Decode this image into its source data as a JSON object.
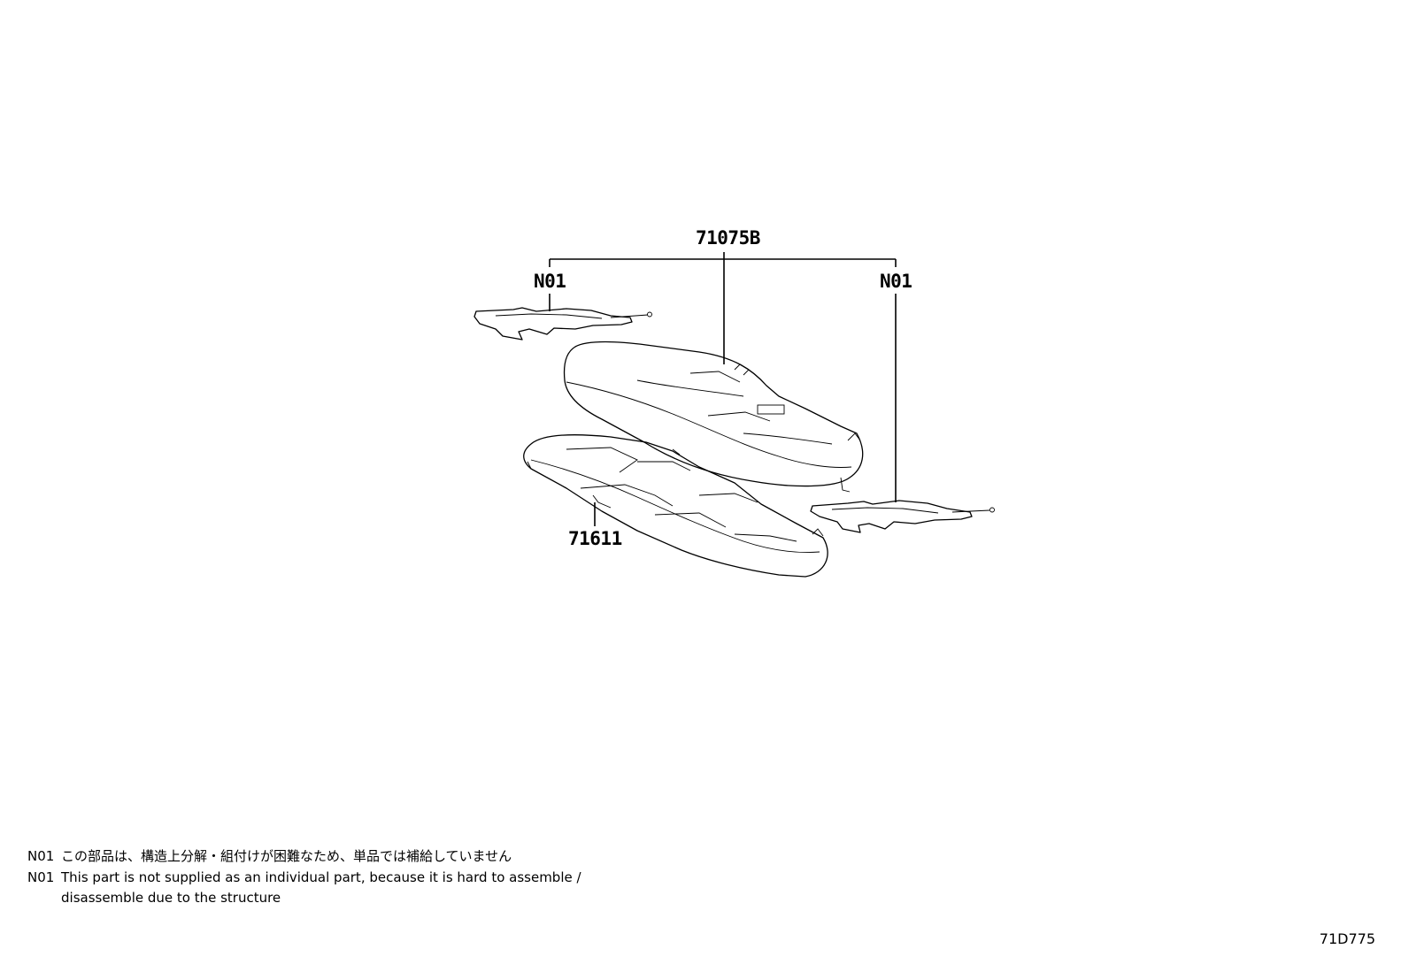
{
  "callouts": {
    "assembly": "71075B",
    "heater_left": "N01",
    "heater_right": "N01",
    "cushion_pad": "71611"
  },
  "notes": [
    {
      "code": "N01",
      "text": "この部品は、構造上分解・組付けが困難なため、単品では補給していません"
    },
    {
      "code": "N01",
      "text": "This part is not supplied as an individual part, because it is hard to assemble /"
    },
    {
      "code": "",
      "text": "disassemble due to the structure"
    }
  ],
  "drawing_id": "71D775"
}
